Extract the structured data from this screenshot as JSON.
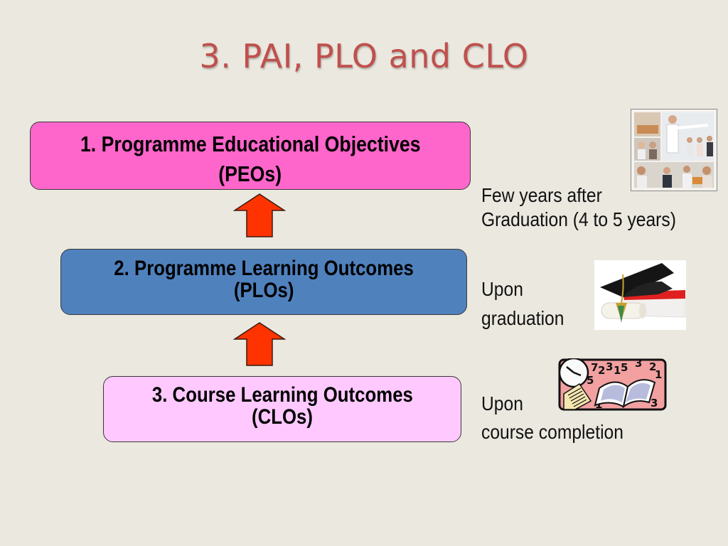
{
  "slide": {
    "title": "3.  PAI, PLO and CLO",
    "background_color": "#ebe8df",
    "title_color": "#c0504d"
  },
  "hierarchy": [
    {
      "level": 1,
      "line1": "1.  Programme Educational Objectives",
      "line2": "(PEOs)",
      "fill_color": "#ff66cc",
      "timing_line1": "Few years after",
      "timing_line2": "Graduation (4 to 5 years)",
      "image": "business-meeting-photo-collage"
    },
    {
      "level": 2,
      "line1": "2. Programme Learning Outcomes",
      "line2": "(PLOs)",
      "fill_color": "#4f81bd",
      "timing_line1": "Upon",
      "timing_line2": "graduation",
      "image": "graduation-cap-diploma-books"
    },
    {
      "level": 3,
      "line1": "3. Course Learning Outcomes",
      "line2": "(CLOs)",
      "fill_color": "#ffc9ff",
      "timing_line1": "Upon",
      "timing_line2": "course completion",
      "image": "clock-book-numbers-clipart"
    }
  ],
  "arrows": [
    {
      "from": "CLOs",
      "to": "PLOs",
      "direction": "up",
      "color": "#ff3300"
    },
    {
      "from": "PLOs",
      "to": "PEOs",
      "direction": "up",
      "color": "#ff3300"
    }
  ],
  "clipart_numbers": [
    "7",
    "2",
    "3",
    "1",
    "5",
    "3",
    "2",
    "1",
    "5",
    "1",
    "3"
  ]
}
